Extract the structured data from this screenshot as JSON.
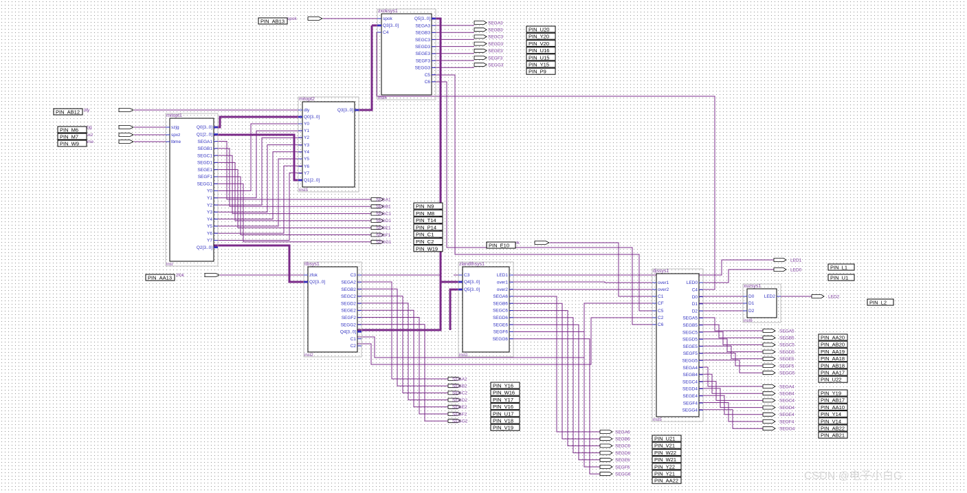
{
  "watermark": "CSDN @电子小白G",
  "blocks": [
    {
      "name": "zxoksys1",
      "inst": "inst4",
      "left": [
        "spok",
        "Q3[3..0]",
        "C4"
      ],
      "right": [
        "Q5[3..0]",
        "SEGA3",
        "SEGB3",
        "SEGC3",
        "SEGD3",
        "SEGE3",
        "SEGF3",
        "SEGG3",
        "C5",
        "C6"
      ]
    },
    {
      "name": "mitopt2",
      "inst": "inst3",
      "left": [
        "dly",
        "Q0[3..0]",
        "Y0",
        "Y1",
        "Y2",
        "Y3",
        "Y4",
        "Y5",
        "Y6",
        "Y7",
        "Q1[2..0]"
      ],
      "right": [
        "Q3[3..0]"
      ]
    },
    {
      "name": "mitopt1",
      "inst": "inst",
      "left": [
        "szjg",
        "spxz",
        "lbme"
      ],
      "right": [
        "Q0[3..0]",
        "Q1[2..0]",
        "SEGA1",
        "SEGB1",
        "SEGC1",
        "SEGD1",
        "SEGE1",
        "SEGF1",
        "SEGG1",
        "Y0",
        "Y1",
        "Y2",
        "Y3",
        "Y4",
        "Y5",
        "Y6",
        "Y7",
        "Q2[3..0]"
      ]
    },
    {
      "name": "itbsys1",
      "inst": "inst2",
      "left": [
        "zfok",
        "Q2[3..0]"
      ],
      "right": [
        "C3",
        "SEGA2",
        "SEGB2",
        "SEGC2",
        "SEGD2",
        "SEGE2",
        "SEGF2",
        "SEGG2",
        "Q4[3..0]",
        "C1",
        "C2"
      ]
    },
    {
      "name": "zlandthsys1",
      "inst": "inst1",
      "left": [
        "C3",
        "Q4[3..0]",
        "Q5[3..0]"
      ],
      "right": [
        "LED1",
        "over1",
        "over2",
        "SEGA6",
        "SEGB6",
        "SEGC6",
        "SEGD6",
        "SEGE6",
        "SEGF6",
        "SEGG6"
      ]
    },
    {
      "name": "djssys1",
      "inst": "inst5",
      "left": [
        "over1",
        "over2",
        "C1",
        "CF",
        "C5",
        "C2",
        "C6"
      ],
      "right": [
        "LED0",
        "C4",
        "D0",
        "D1",
        "D2",
        "SEGA5",
        "SEGB5",
        "SEGC5",
        "SEGD5",
        "SEGE5",
        "SEGF5",
        "SEGG5",
        "SEGA4",
        "SEGB4",
        "SEGC4",
        "SEGD4",
        "SEGE4",
        "SEGF4",
        "SEGG4"
      ]
    },
    {
      "name": "xuzsys1",
      "inst": "inst6",
      "left": [
        "D0",
        "D1",
        "D2"
      ],
      "right": [
        "LED2"
      ]
    }
  ],
  "inputs": [
    {
      "signal": "spok",
      "pin": "PIN_AB13"
    },
    {
      "signal": "dly",
      "pin": "PIN_AB12"
    },
    {
      "signal": "szjg",
      "pin": "PIN_M6"
    },
    {
      "signal": "spxz",
      "pin": "PIN_M7"
    },
    {
      "signal": "lbme",
      "pin": "PIN_W9"
    },
    {
      "signal": "zfok",
      "pin": "PIN_AA13"
    },
    {
      "signal": "clk",
      "pin": "PIN_E10"
    }
  ],
  "outputs": {
    "g1": {
      "signals": [
        "SEGA3",
        "SEGB3",
        "SEGC3",
        "SEGD3",
        "SEGE3",
        "SEGF3",
        "SEGG3"
      ],
      "pins": [
        "PIN_U20",
        "PIN_Y20",
        "PIN_V20",
        "PIN_U16",
        "PIN_U15",
        "PIN_Y15",
        "PIN_P9"
      ]
    },
    "g2": {
      "signals": [
        "SEGA1",
        "SEGB1",
        "SEGC1",
        "SEGD1",
        "SEGE1",
        "SEGF1",
        "SEGG1"
      ],
      "pins": [
        "PIN_N9",
        "PIN_M8",
        "PIN_T14",
        "PIN_P14",
        "PIN_C1",
        "PIN_C2",
        "PIN_W19"
      ]
    },
    "g3": {
      "signals": [
        "SEGA2",
        "SEGB2",
        "SEGC2",
        "SEGD2",
        "SEGE2",
        "SEGF2",
        "SEGG2"
      ],
      "pins": [
        "PIN_Y16",
        "PIN_W16",
        "PIN_Y17",
        "PIN_V16",
        "PIN_U17",
        "PIN_V18",
        "PIN_V19"
      ]
    },
    "g4": {
      "signals": [
        "SEGA6",
        "SEGB6",
        "SEGC6",
        "SEGD6",
        "SEGE6",
        "SEGF6",
        "SEGG6"
      ],
      "pins": [
        "PIN_U21",
        "PIN_V21",
        "PIN_W22",
        "PIN_W21",
        "PIN_Y22",
        "PIN_Y21",
        "PIN_AA22"
      ]
    },
    "g5": {
      "signals": [
        "SEGA5",
        "SEGB5",
        "SEGC5",
        "SEGD5",
        "SEGE5",
        "SEGF5",
        "SEGG5"
      ],
      "pins": [
        "PIN_AA20",
        "PIN_AB20",
        "PIN_AA19",
        "PIN_AA18",
        "PIN_AB18",
        "PIN_AA17",
        "PIN_U22"
      ]
    },
    "g6": {
      "signals": [
        "SEGA4",
        "SEGB4",
        "SEGC4",
        "SEGD4",
        "SEGE4",
        "SEGF4",
        "SEGG4"
      ],
      "pins": [
        "PIN_Y19",
        "PIN_AB17",
        "PIN_AA10",
        "PIN_Y14",
        "PIN_V14",
        "PIN_AB22",
        "PIN_AB21"
      ]
    },
    "leds": {
      "signals": [
        "LED1",
        "LED0",
        "LED2"
      ],
      "pins": [
        "PIN_L1",
        "PIN_U1",
        "PIN_L2"
      ]
    }
  },
  "colors": {
    "wire": "#7a2a88",
    "port": "#3030c0",
    "grid": "#9a9a9a"
  }
}
